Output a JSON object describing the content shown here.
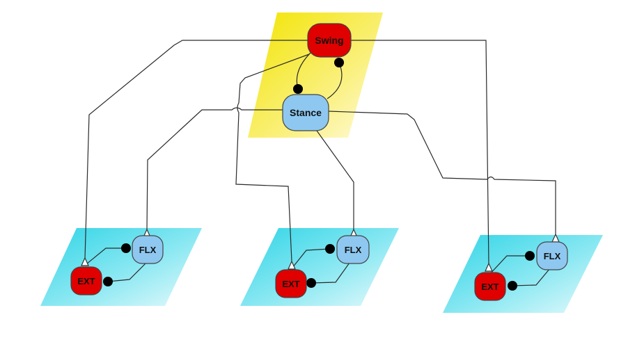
{
  "nodes": {
    "swing": {
      "label": "Swing",
      "color": "#e00000"
    },
    "stance": {
      "label": "Stance",
      "color": "#8ec8f0"
    },
    "modules": [
      {
        "ext_label": "EXT",
        "flx_label": "FLX"
      },
      {
        "ext_label": "EXT",
        "flx_label": "FLX"
      },
      {
        "ext_label": "EXT",
        "flx_label": "FLX"
      }
    ]
  },
  "colors": {
    "ext": "#e00000",
    "flx": "#8ec8f0",
    "top_plane": "#f5e600",
    "bottom_plane": "#39d8e8"
  }
}
